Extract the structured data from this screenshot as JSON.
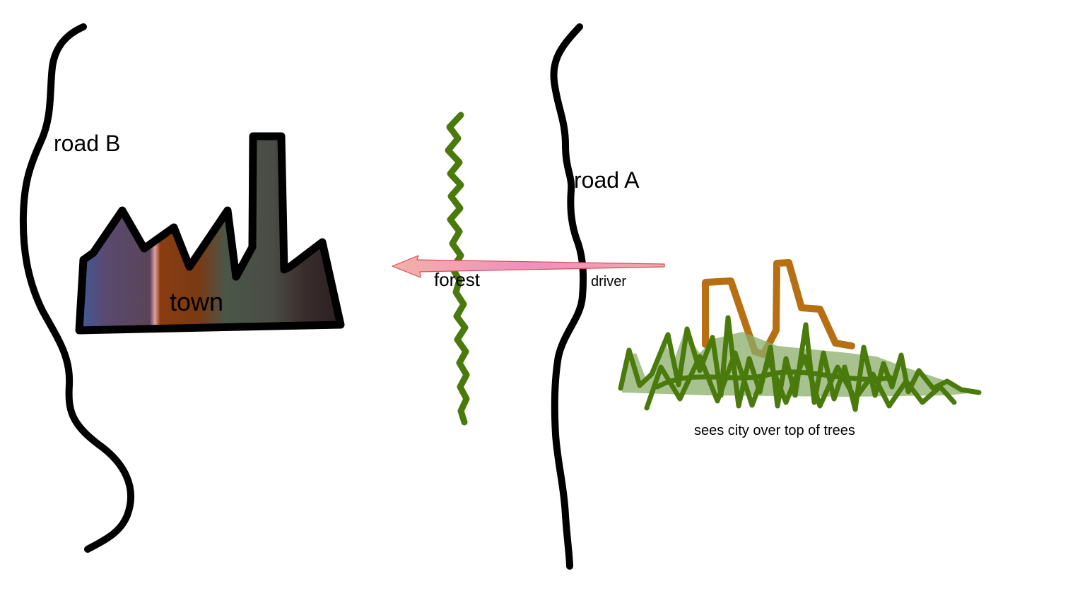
{
  "labels": {
    "road_b": "road B",
    "road_a": "road A",
    "town": "town",
    "forest": "forest",
    "driver": "driver",
    "caption": "sees city over top of trees"
  },
  "colors": {
    "road": "#000000",
    "forest": "#4a7a0c",
    "forest_fill": "#8aae68",
    "city_outline": "#b86f12",
    "arrow_fill": "#f0a0b8",
    "arrow_stroke": "#d05050",
    "town_outline": "#000000"
  }
}
